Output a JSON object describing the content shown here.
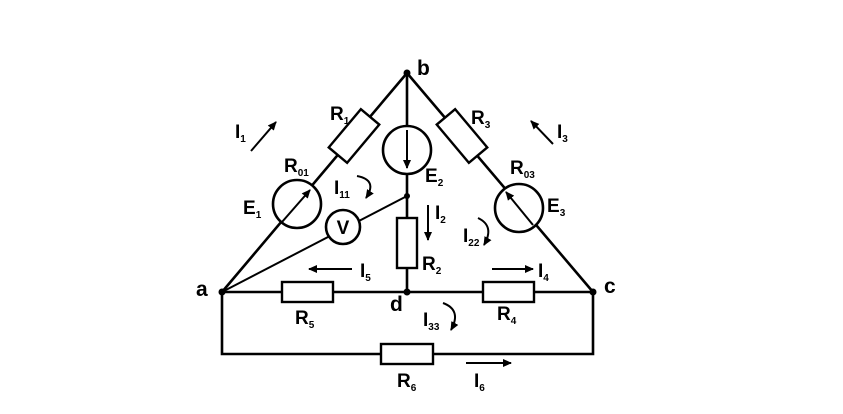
{
  "nodes": {
    "a": "a",
    "b": "b",
    "c": "c",
    "d": "d"
  },
  "resistors": {
    "r1": {
      "main": "R",
      "sub": "1"
    },
    "r2": {
      "main": "R",
      "sub": "2"
    },
    "r3": {
      "main": "R",
      "sub": "3"
    },
    "r4": {
      "main": "R",
      "sub": "4"
    },
    "r5": {
      "main": "R",
      "sub": "5"
    },
    "r6": {
      "main": "R",
      "sub": "6"
    },
    "r01": {
      "main": "R",
      "sub": "01"
    },
    "r03": {
      "main": "R",
      "sub": "03"
    }
  },
  "sources": {
    "e1": {
      "main": "E",
      "sub": "1"
    },
    "e2": {
      "main": "E",
      "sub": "2"
    },
    "e3": {
      "main": "E",
      "sub": "3"
    }
  },
  "currents": {
    "i1": {
      "main": "I",
      "sub": "1"
    },
    "i2": {
      "main": "I",
      "sub": "2"
    },
    "i3": {
      "main": "I",
      "sub": "3"
    },
    "i4": {
      "main": "I",
      "sub": "4"
    },
    "i5": {
      "main": "I",
      "sub": "5"
    },
    "i6": {
      "main": "I",
      "sub": "6"
    },
    "i11": {
      "main": "I",
      "sub": "11"
    },
    "i22": {
      "main": "I",
      "sub": "22"
    },
    "i33": {
      "main": "I",
      "sub": "33"
    }
  },
  "voltmeter": {
    "symbol": "V"
  }
}
